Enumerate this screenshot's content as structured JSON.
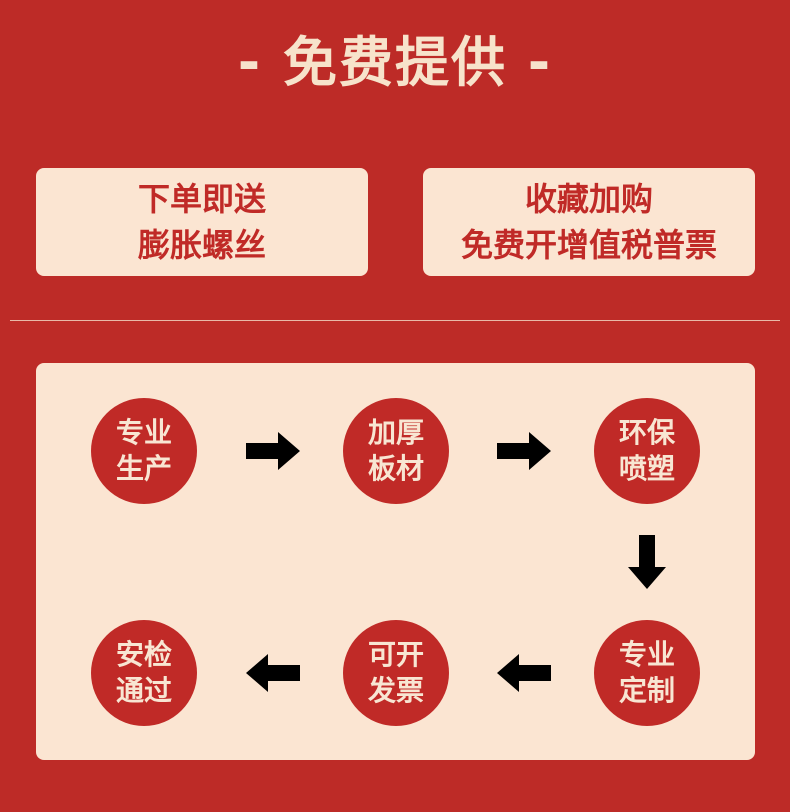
{
  "header": {
    "title": "- 免费提供 -"
  },
  "promos": [
    {
      "line1": "下单即送",
      "line2": "膨胀螺丝"
    },
    {
      "line1": "收藏加购",
      "line2": "免费开增值税普票"
    }
  ],
  "steps": [
    {
      "line1": "专业",
      "line2": "生产"
    },
    {
      "line1": "加厚",
      "line2": "板材"
    },
    {
      "line1": "环保",
      "line2": "喷塑"
    },
    {
      "line1": "专业",
      "line2": "定制"
    },
    {
      "line1": "可开",
      "line2": "发票"
    },
    {
      "line1": "安检",
      "line2": "通过"
    }
  ],
  "colors": {
    "background": "#bd2b27",
    "panel": "#fbe5d2",
    "accent": "#c02a27",
    "title_text": "#f7e3cb"
  },
  "icons": [
    "arrow-right-icon",
    "arrow-down-icon",
    "arrow-left-icon"
  ]
}
